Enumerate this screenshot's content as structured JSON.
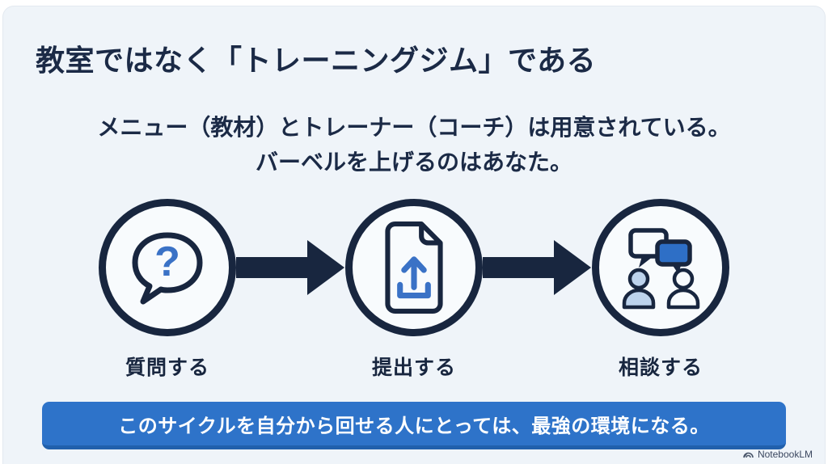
{
  "slide": {
    "title": "教室ではなく「トレーニングジム」である",
    "subtitle_line1": "メニュー（教材）とトレーナー（コーチ）は用意されている。",
    "subtitle_line2": "バーベルを上げるのはあなた。",
    "steps": [
      {
        "icon": "question-speech-bubble-icon",
        "label": "質問する"
      },
      {
        "icon": "document-upload-icon",
        "label": "提出する"
      },
      {
        "icon": "people-chat-icon",
        "label": "相談する"
      }
    ],
    "question_mark": "?",
    "banner": "このサイクルを自分から回せる人にとっては、最強の環境になる。",
    "watermark": "NotebookLM",
    "colors": {
      "navy": "#18263f",
      "accent_blue": "#3a72c6",
      "light_blue_fill": "#bdd3ec",
      "banner_blue": "#2e73c9",
      "slide_bg": "#eff4f9"
    }
  }
}
